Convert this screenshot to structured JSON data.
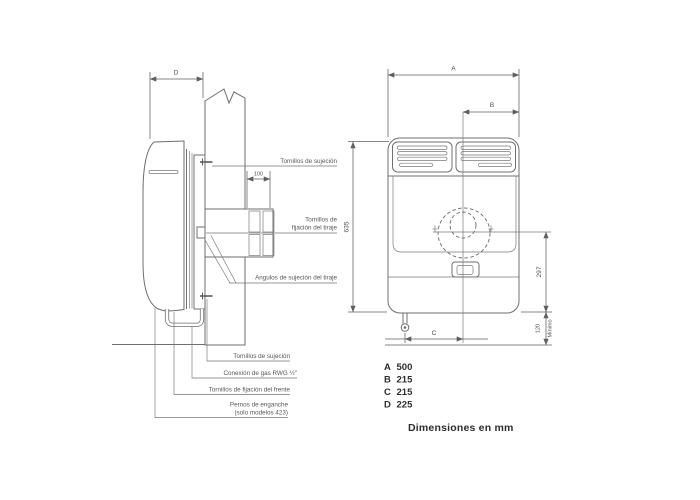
{
  "side_view": {
    "dim_d": "D",
    "dim_100": "100",
    "labels": {
      "tornillos_sujecion_top": "Tornillos de sujeción",
      "tornillos_fijacion_tiraje_line1": "Tornillos de",
      "tornillos_fijacion_tiraje_line2": "fijación del tiraje",
      "angulos_sujecion_tiraje": "Angulos de sujeción del tiraje",
      "tornillos_sujecion_bottom": "Tornillos de sujeción",
      "conexion_gas": "Conexión de gas RWG ½\"",
      "tornillos_fijacion_frente": "Tornillos de fijación del frente",
      "pernos_enganche_line1": "Pernos de enganche",
      "pernos_enganche_line2": "(solo modelos 423)"
    }
  },
  "front_view": {
    "dim_a": "A",
    "dim_b": "B",
    "dim_c": "C",
    "dim_height": "635",
    "dim_flue_height": "297",
    "dim_floor_clearance": "120",
    "dim_floor_clearance_note": "Mínimo"
  },
  "dimension_table": {
    "rows": [
      {
        "key": "A",
        "value": "500"
      },
      {
        "key": "B",
        "value": "215"
      },
      {
        "key": "C",
        "value": "215"
      },
      {
        "key": "D",
        "value": "225"
      }
    ]
  },
  "footer": {
    "units_note": "Dimensiones en mm"
  },
  "colors": {
    "line": "#6f6f6f",
    "dimension_line": "#5f5f5f",
    "label_text": "#565656",
    "strong_text": "#2e2e2e",
    "background": "#ffffff"
  }
}
